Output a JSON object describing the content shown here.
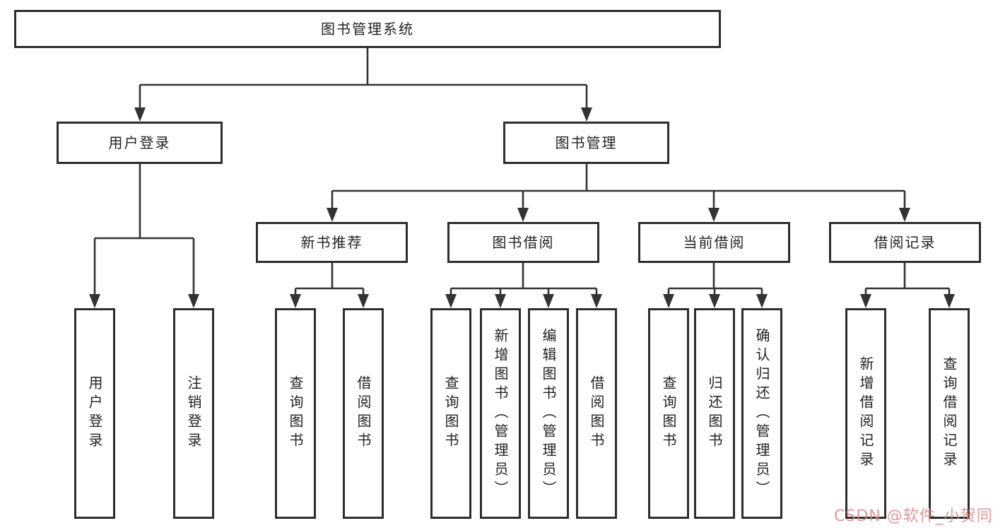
{
  "tree": {
    "root": {
      "label": "图书管理系统",
      "children": [
        {
          "label": "用户登录",
          "children": [
            {
              "label": "用户登录"
            },
            {
              "label": "注销登录"
            }
          ]
        },
        {
          "label": "图书管理",
          "children": [
            {
              "label": "新书推荐",
              "children": [
                {
                  "label": "查询图书"
                },
                {
                  "label": "借阅图书"
                }
              ]
            },
            {
              "label": "图书借阅",
              "children": [
                {
                  "label": "查询图书"
                },
                {
                  "label": "新增图书（管理员）"
                },
                {
                  "label": "编辑图书（管理员）"
                },
                {
                  "label": "借阅图书"
                }
              ]
            },
            {
              "label": "当前借阅",
              "children": [
                {
                  "label": "查询图书"
                },
                {
                  "label": "归还图书"
                },
                {
                  "label": "确认归还（管理员）"
                }
              ]
            },
            {
              "label": "借阅记录",
              "children": [
                {
                  "label": "新增借阅记录"
                },
                {
                  "label": "查询借阅记录"
                }
              ]
            }
          ]
        }
      ]
    }
  },
  "watermark": {
    "text": "CSDN @软件_小贺同学"
  },
  "colors": {
    "line": "#333333",
    "box_border": "#2d2d2d",
    "text": "#222222",
    "background": "#ffffff",
    "watermark": "#d88a8a"
  }
}
